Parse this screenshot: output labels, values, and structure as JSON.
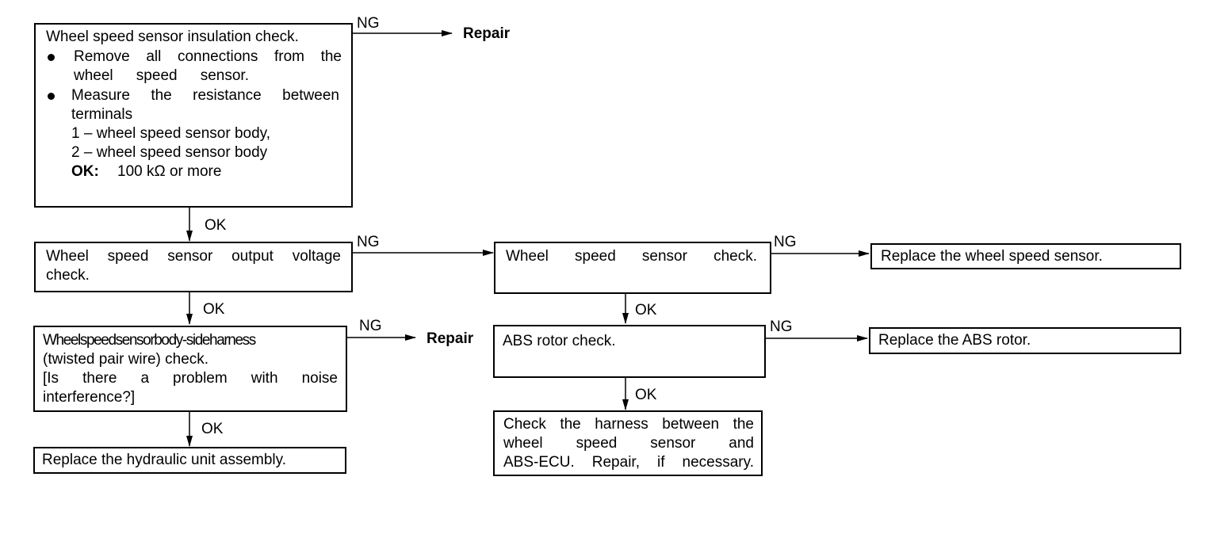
{
  "box1": {
    "title": "Wheel speed sensor insulation check.",
    "bullet1_line1": "Remove all connections from the",
    "bullet1_line2": "wheel  speed  sensor.",
    "bullet2_line1": "Measure the resistance between",
    "line_terminals": "terminals",
    "line_t1": "1 – wheel speed sensor body,",
    "line_t2": "2 – wheel speed sensor body",
    "ok_label": "OK:",
    "ok_value": "100 kΩ or more"
  },
  "box2": {
    "line1": "Wheel speed sensor output voltage",
    "line2": "check."
  },
  "box3": {
    "line1": "Wheelspeedsensorbody-sideharness",
    "line2": "(twisted pair wire) check.",
    "line3": "[Is there a problem with noise",
    "line4": "interference?]"
  },
  "box4": {
    "text": "Replace the hydraulic unit assembly."
  },
  "box5": {
    "text": "Wheel speed sensor check."
  },
  "box6": {
    "text": "ABS rotor check."
  },
  "box7": {
    "line1": "Check the harness between the",
    "line2": "wheel speed sensor and",
    "line3": "ABS-ECU. Repair, if necessary."
  },
  "box8": {
    "text": "Replace the wheel speed sensor."
  },
  "box9": {
    "text": "Replace the ABS rotor."
  },
  "labels": {
    "ng1": "NG",
    "repair1": "Repair",
    "ok1": "OK",
    "ng2": "NG",
    "ok2": "OK",
    "ng3": "NG",
    "repair2": "Repair",
    "ok3": "OK",
    "ng4": "NG",
    "ok4": "OK",
    "ng5": "NG",
    "ok5": "OK"
  }
}
